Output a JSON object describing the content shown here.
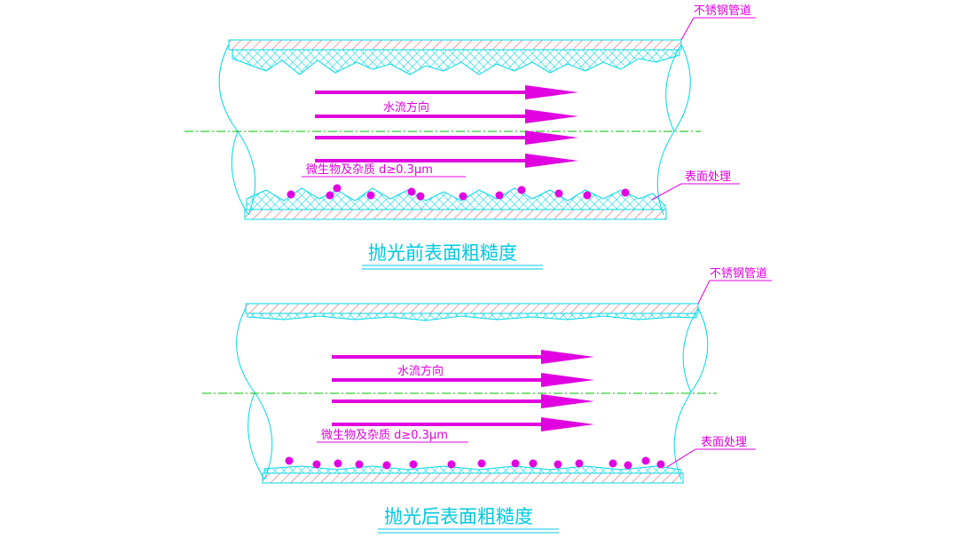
{
  "top": {
    "pipe_label": "不锈钢管道",
    "flow_label": "水流方向",
    "particle_label": "微生物及杂质  d≥0.3μm",
    "surface_label": "表面处理",
    "title": "抛光前表面粗糙度"
  },
  "bottom": {
    "pipe_label": "不锈钢管道",
    "flow_label": "水流方向",
    "particle_label": "微生物及杂质  d≥0.3μm",
    "surface_label": "表面处理",
    "title": "抛光后表面粗糙度"
  },
  "colors": {
    "pipe": "#00d8e8",
    "hatch": "#ff4040",
    "arrow": "#e000e0",
    "centerline": "#00c000",
    "title": "#00c8e0"
  }
}
